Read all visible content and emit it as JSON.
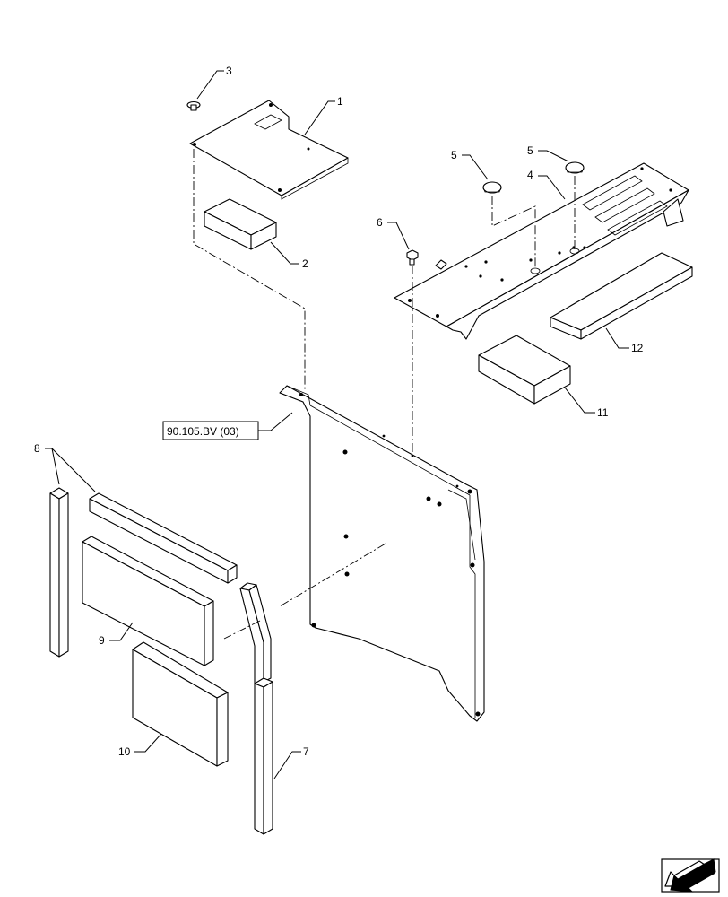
{
  "callouts": [
    {
      "id": "c1",
      "text": "1"
    },
    {
      "id": "c2",
      "text": "2"
    },
    {
      "id": "c3",
      "text": "3"
    },
    {
      "id": "c4",
      "text": "4"
    },
    {
      "id": "c5a",
      "text": "5"
    },
    {
      "id": "c5b",
      "text": "5"
    },
    {
      "id": "c6",
      "text": "6"
    },
    {
      "id": "c7",
      "text": "7"
    },
    {
      "id": "c8",
      "text": "8"
    },
    {
      "id": "c9",
      "text": "9"
    },
    {
      "id": "c10",
      "text": "10"
    },
    {
      "id": "c11",
      "text": "11"
    },
    {
      "id": "c12",
      "text": "12"
    }
  ],
  "reference": {
    "text": "90.105.BV (03)"
  },
  "nav_icon": "arrow-left-down-icon"
}
